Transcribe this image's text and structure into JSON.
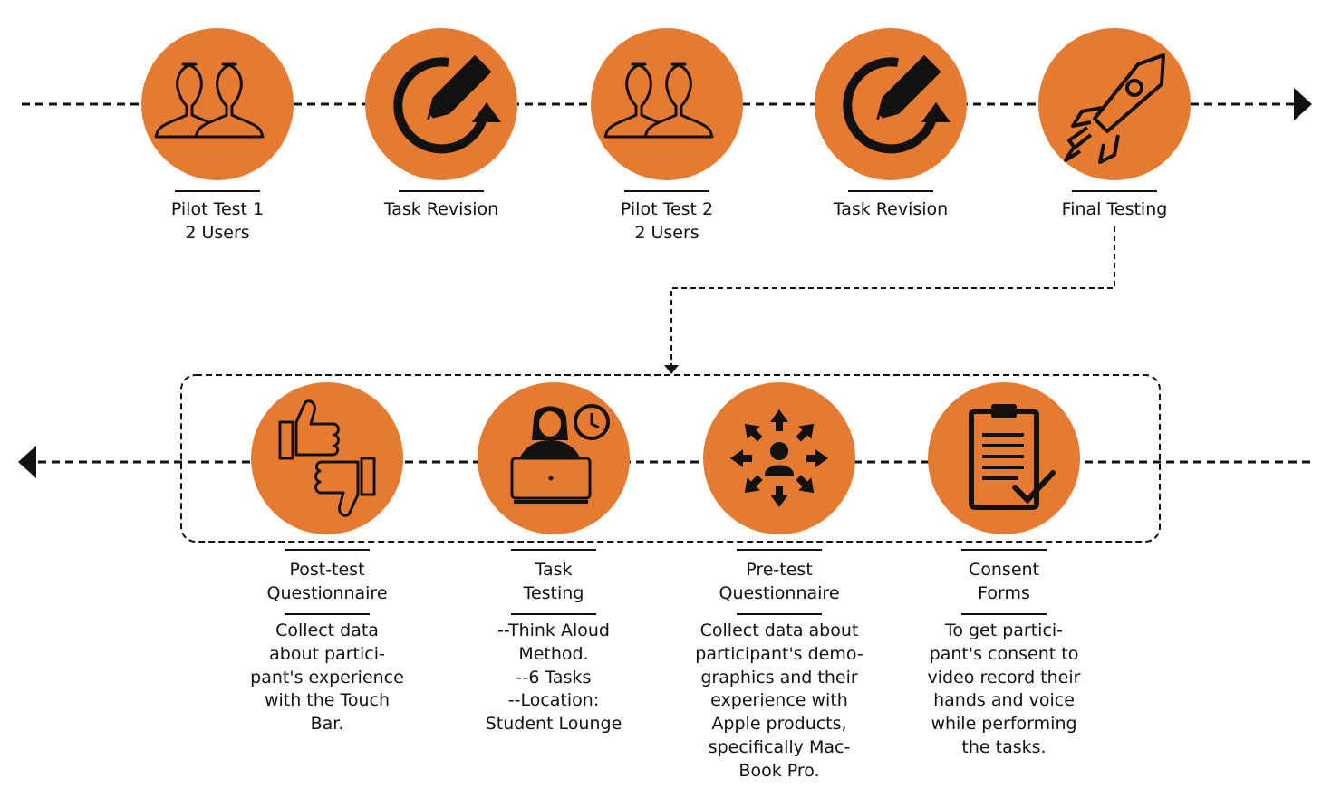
{
  "colors": {
    "node_fill": "#e67a30",
    "ink": "#111111",
    "background": "#ffffff"
  },
  "top_row": [
    {
      "icon": "users-icon",
      "label": [
        "Pilot Test 1",
        "2 Users"
      ]
    },
    {
      "icon": "edit-cycle-icon",
      "label": [
        "Task Revision"
      ]
    },
    {
      "icon": "users-icon",
      "label": [
        "Pilot Test 2",
        "2 Users"
      ]
    },
    {
      "icon": "edit-cycle-icon",
      "label": [
        "Task Revision"
      ]
    },
    {
      "icon": "rocket-icon",
      "label": [
        "Final Testing"
      ]
    }
  ],
  "bottom_row": [
    {
      "icon": "thumbs-up-down-icon",
      "label": [
        "Post-test",
        "Questionnaire"
      ],
      "description": [
        "Collect data",
        "about partici-",
        "pant's experience",
        "with the Touch",
        "Bar."
      ]
    },
    {
      "icon": "person-laptop-clock-icon",
      "label": [
        "Task",
        "Testing"
      ],
      "description": [
        "--Think Aloud",
        "Method.",
        "--6 Tasks",
        "--Location:",
        "Student Lounge"
      ]
    },
    {
      "icon": "person-arrows-icon",
      "label": [
        "Pre-test",
        "Questionnaire"
      ],
      "description": [
        "Collect data about",
        "participant's demo-",
        "graphics and their",
        "experience with",
        "Apple products,",
        "specifically Mac-",
        "Book Pro."
      ]
    },
    {
      "icon": "clipboard-check-icon",
      "label": [
        "Consent",
        "Forms"
      ],
      "description": [
        "To get partici-",
        "pant's consent to",
        "video record their",
        "hands and voice",
        "while performing",
        "the tasks."
      ]
    }
  ]
}
